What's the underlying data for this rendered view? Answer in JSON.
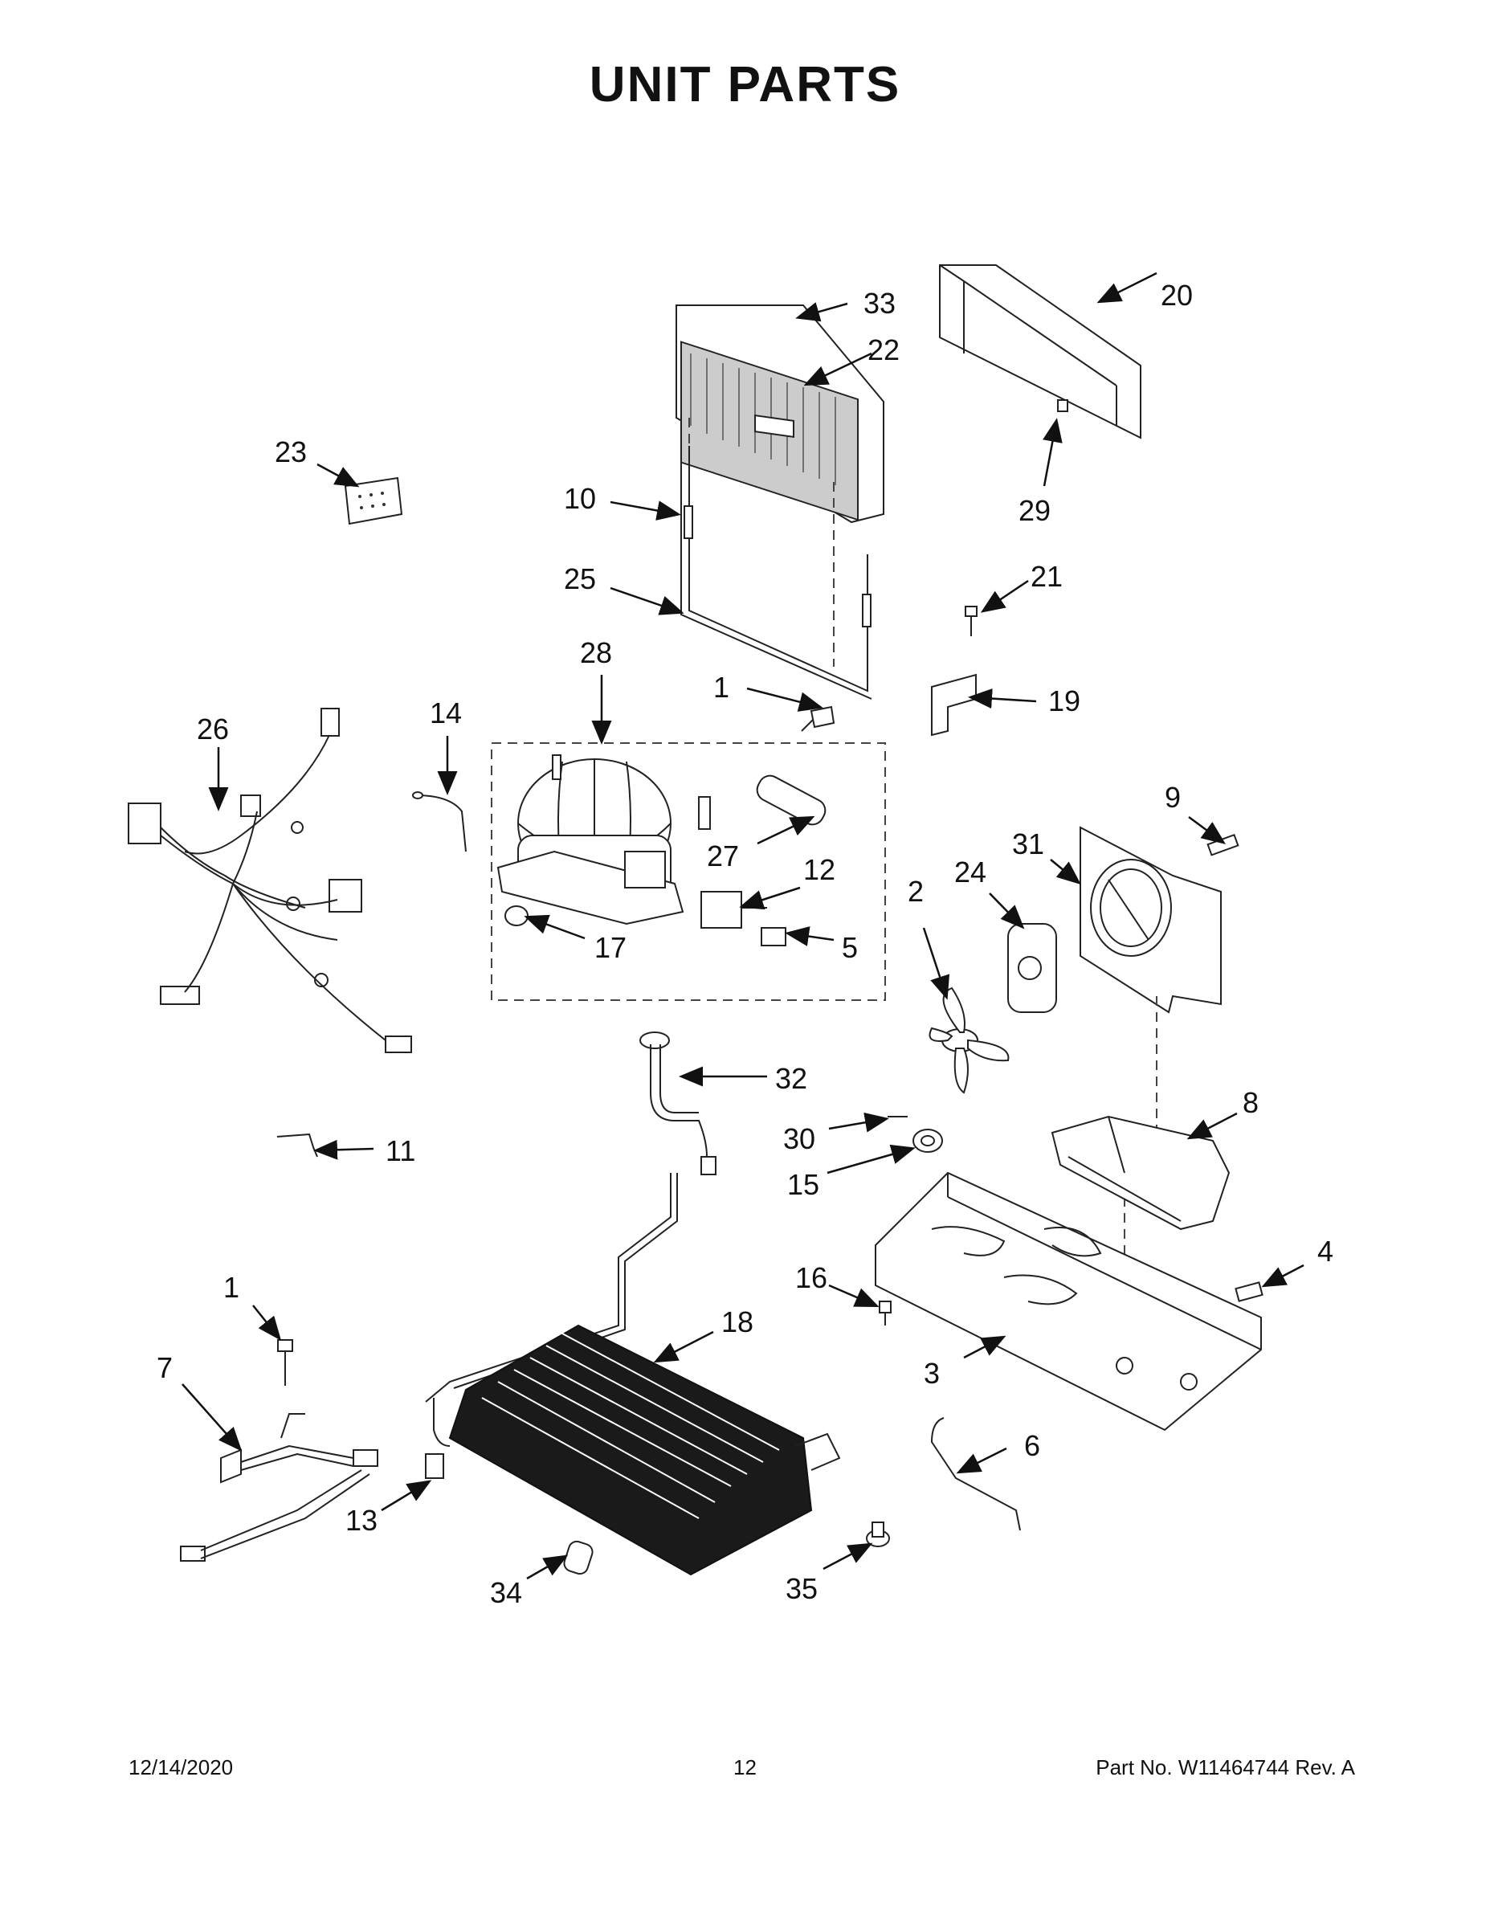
{
  "page_title": "UNIT PARTS",
  "callouts": [
    {
      "id": "c33",
      "label": "33"
    },
    {
      "id": "c22",
      "label": "22"
    },
    {
      "id": "c20",
      "label": "20"
    },
    {
      "id": "c23",
      "label": "23"
    },
    {
      "id": "c10",
      "label": "10"
    },
    {
      "id": "c29",
      "label": "29"
    },
    {
      "id": "c25",
      "label": "25"
    },
    {
      "id": "c21",
      "label": "21"
    },
    {
      "id": "c28",
      "label": "28"
    },
    {
      "id": "c1a",
      "label": "1"
    },
    {
      "id": "c19",
      "label": "19"
    },
    {
      "id": "c26",
      "label": "26"
    },
    {
      "id": "c14",
      "label": "14"
    },
    {
      "id": "c9",
      "label": "9"
    },
    {
      "id": "c31",
      "label": "31"
    },
    {
      "id": "c24",
      "label": "24"
    },
    {
      "id": "c2",
      "label": "2"
    },
    {
      "id": "c27",
      "label": "27"
    },
    {
      "id": "c12",
      "label": "12"
    },
    {
      "id": "c17",
      "label": "17"
    },
    {
      "id": "c5",
      "label": "5"
    },
    {
      "id": "c32",
      "label": "32"
    },
    {
      "id": "c8",
      "label": "8"
    },
    {
      "id": "c30",
      "label": "30"
    },
    {
      "id": "c11",
      "label": "11"
    },
    {
      "id": "c15",
      "label": "15"
    },
    {
      "id": "c4",
      "label": "4"
    },
    {
      "id": "c1b",
      "label": "1"
    },
    {
      "id": "c16",
      "label": "16"
    },
    {
      "id": "c18",
      "label": "18"
    },
    {
      "id": "c7",
      "label": "7"
    },
    {
      "id": "c3",
      "label": "3"
    },
    {
      "id": "c6",
      "label": "6"
    },
    {
      "id": "c13",
      "label": "13"
    },
    {
      "id": "c34",
      "label": "34"
    },
    {
      "id": "c35",
      "label": "35"
    }
  ],
  "footer": {
    "date": "12/14/2020",
    "page_number": "12",
    "part_number": "Part No.  W11464744  Rev.  A"
  }
}
